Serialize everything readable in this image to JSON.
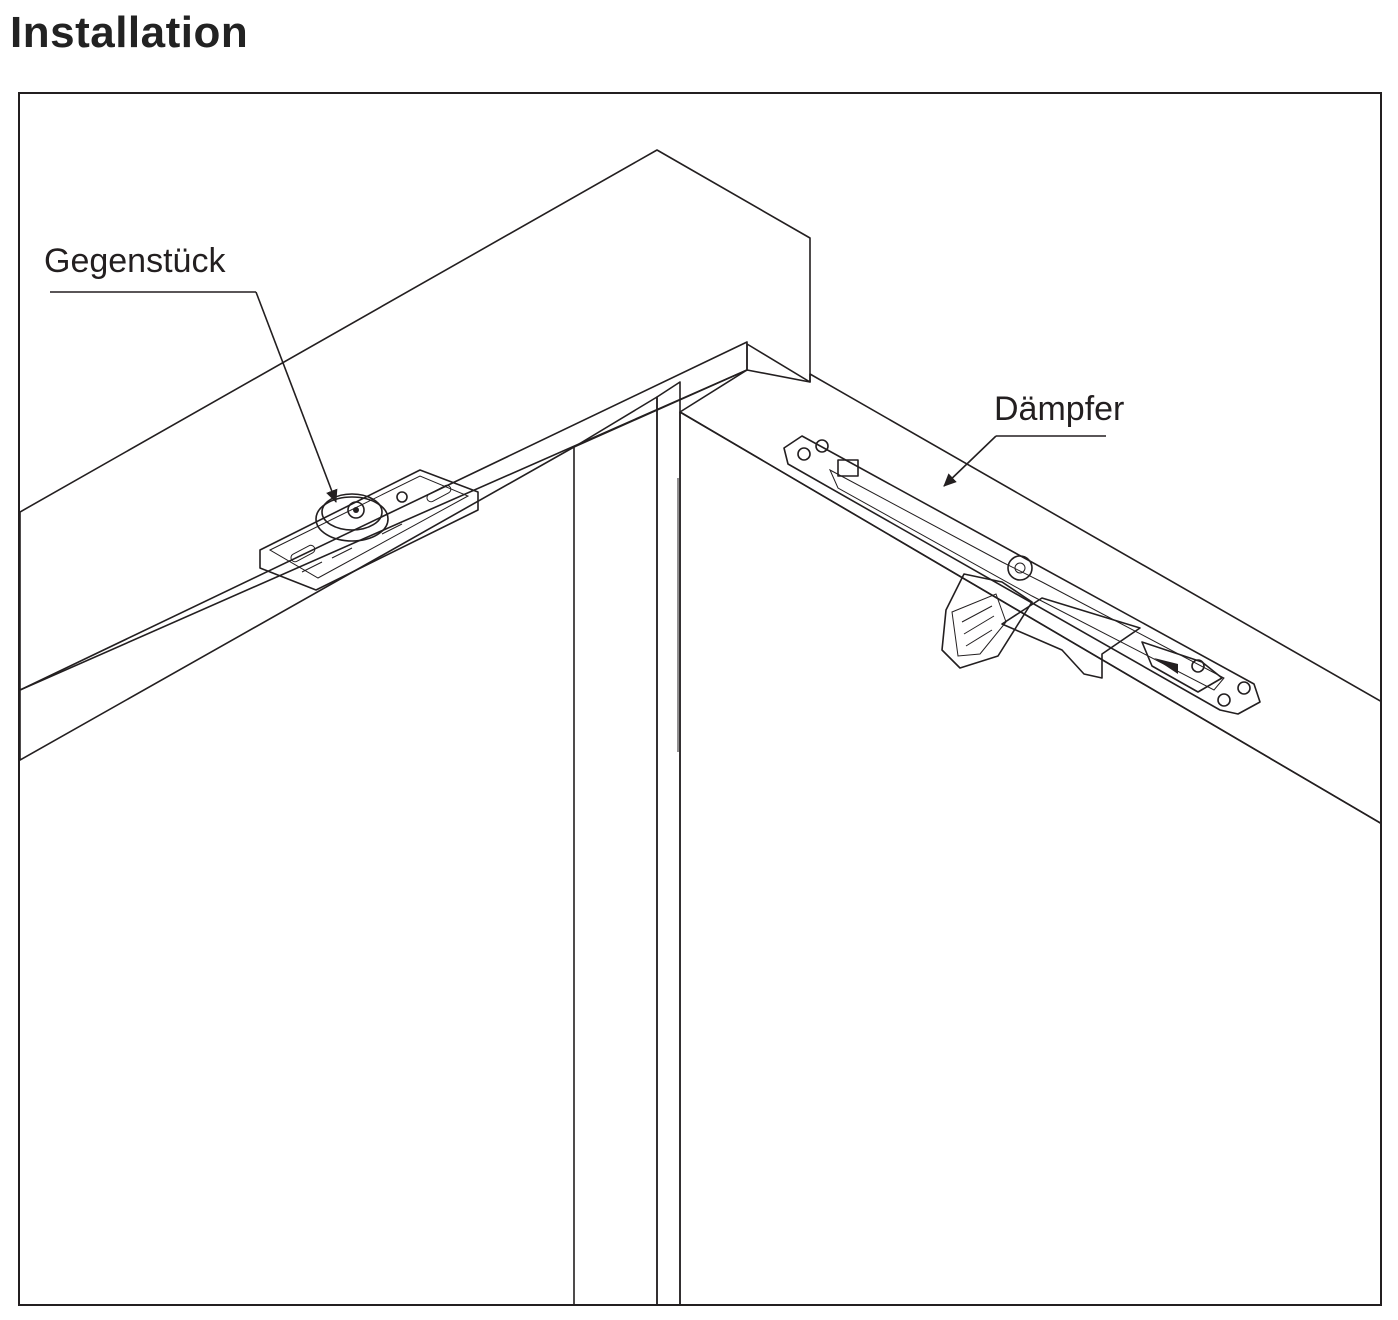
{
  "title": "Installation",
  "labels": {
    "counterpart": "Gegenstück",
    "damper": "Dämpfer"
  },
  "colors": {
    "frame_light": "#dfe2e1",
    "door_gray": "#c8cbcb",
    "door_edge": "#d6d8d8",
    "line": "#231f20",
    "hardware": "#f2f2f2"
  }
}
